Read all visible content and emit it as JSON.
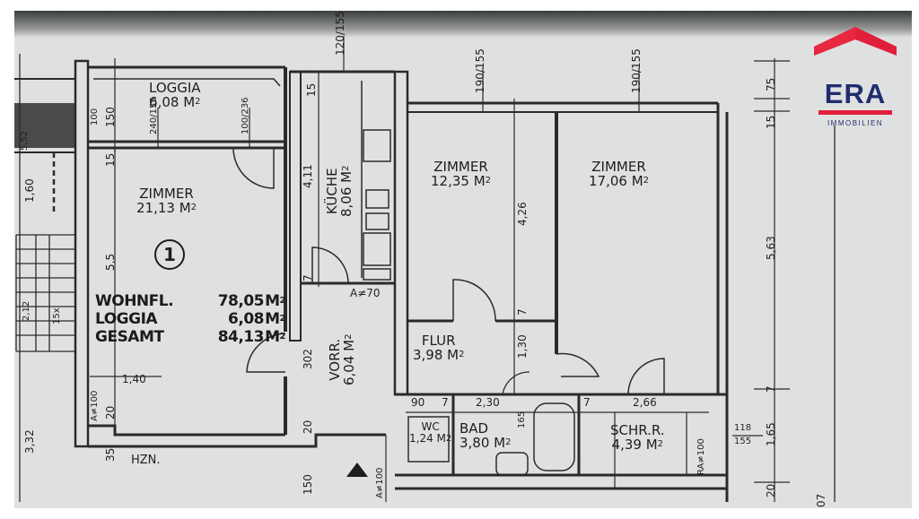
{
  "logo": {
    "brand": "ERA",
    "subtitle": "IMMOBILIEN",
    "colors": {
      "roof": "#e01f3a",
      "text": "#1f2d6e"
    }
  },
  "rooms": [
    {
      "id": "loggia",
      "name": "LOGGIA",
      "area": "6,08 M",
      "sup": "2"
    },
    {
      "id": "zimmer1",
      "name": "ZIMMER",
      "area": "21,13 M",
      "sup": "2"
    },
    {
      "id": "kueche",
      "name": "KÜCHE",
      "area": "8,06 M",
      "sup": "2"
    },
    {
      "id": "zimmer2",
      "name": "ZIMMER",
      "area": "12,35 M",
      "sup": "2"
    },
    {
      "id": "zimmer3",
      "name": "ZIMMER",
      "area": "17,06 M",
      "sup": "2"
    },
    {
      "id": "vorr",
      "name": "VORR.",
      "area": "6,04 M",
      "sup": "2"
    },
    {
      "id": "flur",
      "name": "FLUR",
      "area": "3,98 M",
      "sup": "2"
    },
    {
      "id": "wc",
      "name": "WC",
      "area": "1,24 M",
      "sup": "2"
    },
    {
      "id": "bad",
      "name": "BAD",
      "area": "3,80 M",
      "sup": "2"
    },
    {
      "id": "schrr",
      "name": "SCHR.R.",
      "area": "4,39 M",
      "sup": "2"
    }
  ],
  "unit_number": "1",
  "area_summary": [
    {
      "label": "WOHNFL.",
      "value": "78,05",
      "unit": "M",
      "sup": "2"
    },
    {
      "label": "LOGGIA",
      "value": "6,08",
      "unit": "M",
      "sup": "2"
    },
    {
      "label": "GESAMT",
      "value": "84,13",
      "unit": "M",
      "sup": "2"
    }
  ],
  "dimensions": {
    "top_kitchen": "120/155",
    "top_zimmer2": "190/155",
    "top_zimmer3": "190/155",
    "right_75": "75",
    "right_15": "15",
    "right_563": "5,63",
    "right_7": "7",
    "right_165": "1,65",
    "right_20": "20",
    "right_118": "118",
    "right_155": "155",
    "right_07": "07",
    "loggia_100": "100",
    "loggia_150": "150",
    "loggia_15": "15",
    "loggia_240": "240/155",
    "loggia_100b": "100/236",
    "left_160": "1,60",
    "left_552": "5,52",
    "left_212": "2,12",
    "left_332": "3,32",
    "zimmer1_55": "5,5",
    "zimmer1_140": "1,40",
    "zimmer1_a100": "A≠100",
    "zimmer1_20": "20",
    "kueche_411": "4,11",
    "kueche_15": "15",
    "kueche_7": "7",
    "kueche_a70": "A≠70",
    "vorr_302": "302",
    "vorr_20": "20",
    "vorr_150": "150",
    "vorr_a100": "A≠100",
    "zimmer2_426": "4,26",
    "flur_7": "7",
    "flur_130": "1,30",
    "wc_90": "90",
    "wc_7": "7",
    "bad_230": "2,30",
    "bad_165": "165",
    "schr_7": "7",
    "schr_266": "2,66",
    "schr_ra100": "RA≠100",
    "hzn": "HZN.",
    "hzn_35": "35",
    "stair_count": "15x"
  }
}
